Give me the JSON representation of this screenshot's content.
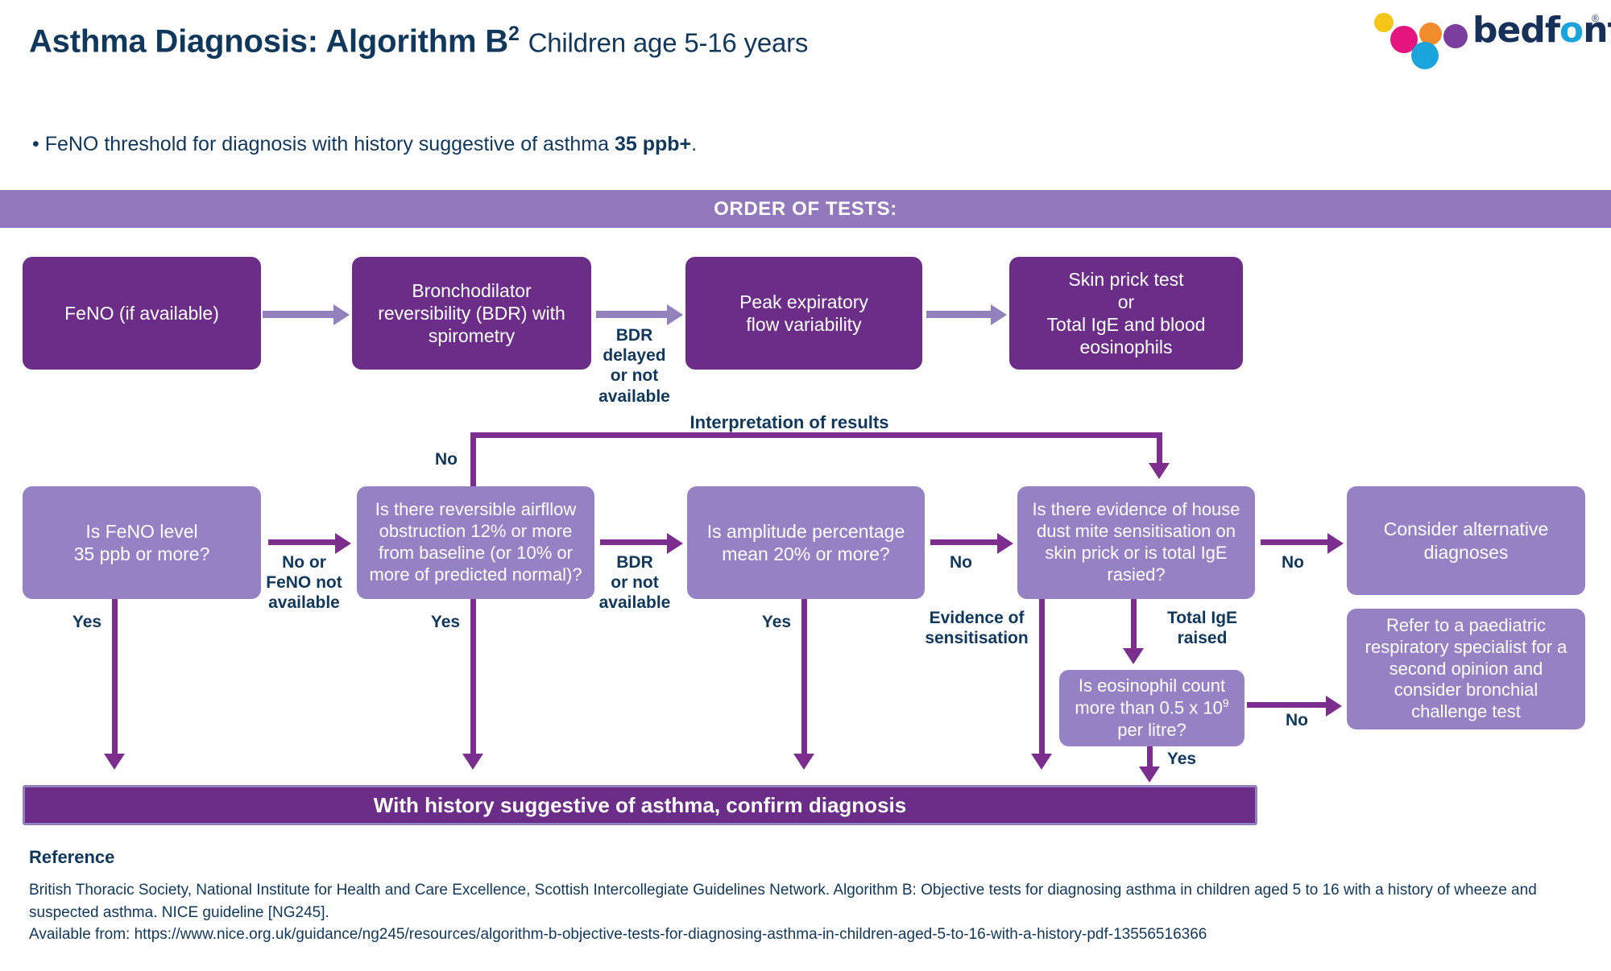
{
  "header": {
    "title_main": "Asthma Diagnosis: Algorithm B",
    "title_sup": "2",
    "title_sub": "Children age 5-16 years",
    "bullet_pre": "• FeNO threshold for diagnosis with history suggestive of asthma ",
    "bullet_bold": "35 ppb+",
    "bullet_post": "."
  },
  "logo": {
    "word_a": "bedf",
    "word_o": "o",
    "word_b": "nt",
    "registered": "®",
    "colors": {
      "yellow": "#f5c518",
      "magenta": "#e5147f",
      "orange": "#f28d2e",
      "purple": "#7b3d9e",
      "blue": "#1ba3dc",
      "navy": "#16305a"
    }
  },
  "order_bar": {
    "label": "ORDER OF TESTS:"
  },
  "palette": {
    "dark_purple": "#6B2D87",
    "light_purple": "#9581c4",
    "banner_purple": "#9279bd",
    "connector": "#7b2e8e",
    "pale_connector": "#9281bd",
    "navy_text": "#10385c"
  },
  "tests_row": [
    {
      "label": "FeNO (if available)"
    },
    {
      "label": "Bronchodilator\nreversibility (BDR) with\nspirometry"
    },
    {
      "label": "Peak expiratory\nflow variability"
    },
    {
      "label": "Skin prick test\nor\nTotal IgE and blood\neosinophils"
    }
  ],
  "interpretation_label": "Interpretation of results",
  "decision_row": [
    {
      "label": "Is FeNO level\n35 ppb or more?"
    },
    {
      "label": "Is there reversible airfllow\nobstruction 12% or more\nfrom baseline (or 10% or\nmore of predicted normal)?"
    },
    {
      "label": "Is amplitude percentage\nmean 20% or more?"
    },
    {
      "label": "Is there evidence of house\ndust mite sensitisation on\nskin prick or is total IgE\nrasied?"
    },
    {
      "label": "Consider alternative\ndiagnoses"
    }
  ],
  "eosinophil_box": {
    "line1": "Is eosinophil count",
    "line2_pre": "more than 0.5 x 10",
    "line2_sup": "9",
    "line3": "per litre?"
  },
  "refer_box": {
    "label": "Refer to a paediatric\nrespiratory specialist for a\nsecond opinion and\nconsider bronchial\nchallenge test"
  },
  "edge_labels": {
    "bdr_delayed": "BDR\ndelayed\nor not\navailable",
    "no_top": "No",
    "no_or_feno": "No or\nFeNO not\navailable",
    "bdr_or_not": "BDR\nor not\navailable",
    "no_amplitude": "No",
    "no_dustmite": "No",
    "no_eosinophil": "No",
    "yes_feno": "Yes",
    "yes_reversible": "Yes",
    "yes_amplitude": "Yes",
    "yes_eosinophil": "Yes",
    "evidence_sensitisation": "Evidence of\nsensitisation",
    "total_ige_raised": "Total IgE\nraised"
  },
  "confirm_bar": {
    "label": "With history suggestive of asthma, confirm diagnosis"
  },
  "reference": {
    "heading": "Reference",
    "line1": "British Thoracic Society, National Institute for Health and Care Excellence, Scottish Intercollegiate Guidelines Network. Algorithm B: Objective tests for diagnosing asthma in children aged 5 to 16 with a history of wheeze and suspected asthma. NICE guideline [NG245].",
    "line2": "Available from: https://www.nice.org.uk/guidance/ng245/resources/algorithm-b-objective-tests-for-diagnosing-asthma-in-children-aged-5-to-16-with-a-history-pdf-13556516366"
  }
}
